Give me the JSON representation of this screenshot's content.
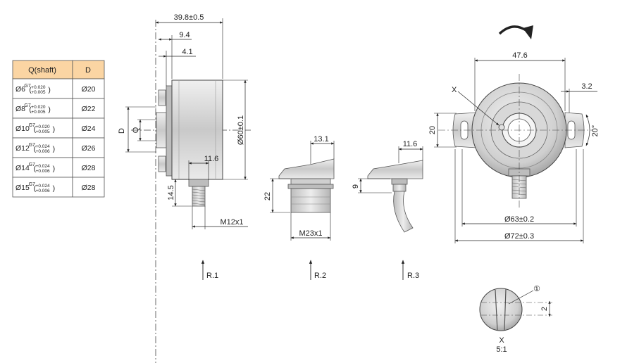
{
  "table": {
    "header_q": "Q(shaft)",
    "header_d": "D",
    "header_color": "#fbd5a3",
    "rows": [
      {
        "q": "Ø6",
        "fit": "G7",
        "tol_up": "+0.020",
        "tol_low": "+0.005",
        "d": "Ø20"
      },
      {
        "q": "Ø8",
        "fit": "G7",
        "tol_up": "+0.020",
        "tol_low": "+0.005",
        "d": "Ø22"
      },
      {
        "q": "Ø10",
        "fit": "G7",
        "tol_up": "+0.020",
        "tol_low": "+0.005",
        "d": "Ø24"
      },
      {
        "q": "Ø12",
        "fit": "G7",
        "tol_up": "+0.024",
        "tol_low": "+0.006",
        "d": "Ø26"
      },
      {
        "q": "Ø14",
        "fit": "G7",
        "tol_up": "+0.024",
        "tol_low": "+0.006",
        "d": "Ø28"
      },
      {
        "q": "Ø15",
        "fit": "G7",
        "tol_up": "+0.024",
        "tol_low": "+0.006",
        "d": "Ø28"
      }
    ]
  },
  "side_view": {
    "dim_total_length": "39.8±0.5",
    "dim_9_4": "9.4",
    "dim_4_1": "4.1",
    "dim_diameter": "Ø60±0.1",
    "dim_11_6": "11.6",
    "dim_14_5": "14.5",
    "label_d": "D",
    "label_q": "Q",
    "connector": "M12x1",
    "ref": "R.1"
  },
  "view_r2": {
    "dim_width": "13.1",
    "dim_height": "22",
    "connector": "M23x1",
    "ref": "R.2"
  },
  "view_r3": {
    "dim_width": "11.6",
    "dim_height": "9",
    "ref": "R.3"
  },
  "front_view": {
    "dim_47_6": "47.6",
    "dim_3_2": "3.2",
    "dim_20": "20",
    "angle": "20°",
    "dim_63": "Ø63±0.2",
    "dim_72": "Ø72±0.3",
    "detail_marker": "X"
  },
  "detail": {
    "label": "X",
    "scale": "5:1",
    "callout": "①",
    "dim": "2"
  }
}
